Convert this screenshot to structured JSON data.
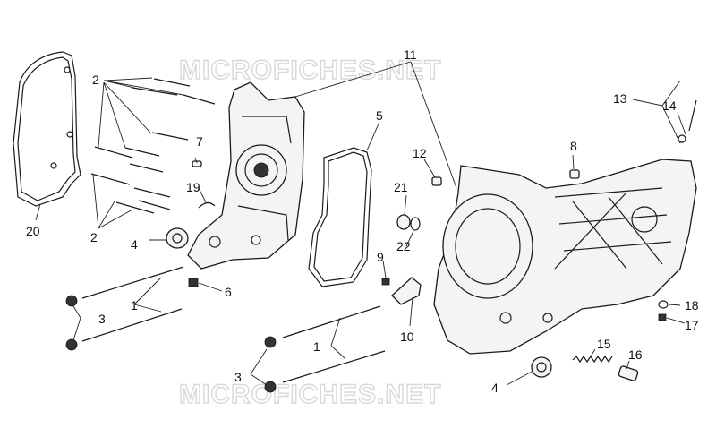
{
  "watermark": {
    "text": "MICROFICHES.NET"
  },
  "labels": {
    "l1a": "1",
    "l1b": "1",
    "l2a": "2",
    "l2b": "2",
    "l3a": "3",
    "l3b": "3",
    "l4a": "4",
    "l4b": "4",
    "l5": "5",
    "l6": "6",
    "l7": "7",
    "l8": "8",
    "l9": "9",
    "l10": "10",
    "l11": "11",
    "l12": "12",
    "l13": "13",
    "l14": "14",
    "l15": "15",
    "l16": "16",
    "l17": "17",
    "l18": "18",
    "l19": "19",
    "l20": "20",
    "l21": "21",
    "l22": "22"
  },
  "colors": {
    "line": "#1a1a1a",
    "watermark": "#d8d8d8",
    "background": "#ffffff"
  }
}
